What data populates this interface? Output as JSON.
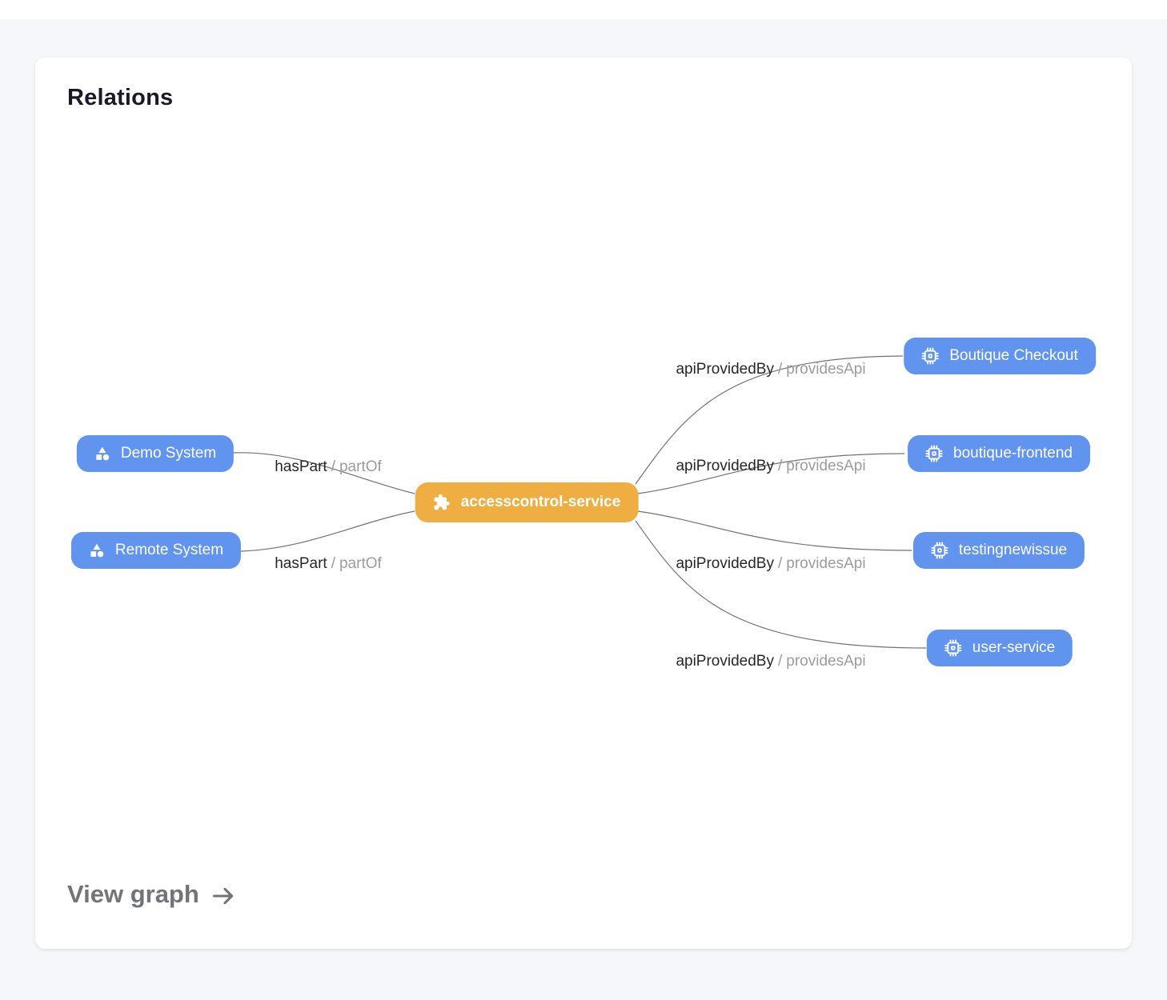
{
  "header": {
    "title": "Relations"
  },
  "footer": {
    "view_graph_label": "View graph",
    "arrow_icon": "arrow-right-icon"
  },
  "colors": {
    "page_background": "#f5f7fb",
    "card_background": "#ffffff",
    "primary_node": "#efae41",
    "related_node": "#6194ee",
    "edge": "#70707a",
    "edge_label_primary": "#26262e",
    "edge_label_secondary": "#9b9ba4",
    "title_text": "#181b26",
    "footer_link": "#73737b"
  },
  "graph": {
    "center_node": {
      "label": "accesscontrol-service",
      "icon": "puzzle-piece-icon"
    },
    "nodes": [
      {
        "id": "demo-system",
        "label": "Demo System",
        "icon": "system-shapes-icon",
        "side": "left"
      },
      {
        "id": "remote-system",
        "label": "Remote System",
        "icon": "system-shapes-icon",
        "side": "left"
      },
      {
        "id": "boutique-checkout",
        "label": "Boutique Checkout",
        "icon": "chip-icon",
        "side": "right"
      },
      {
        "id": "boutique-frontend",
        "label": "boutique-frontend",
        "icon": "chip-icon",
        "side": "right"
      },
      {
        "id": "testingnewissue",
        "label": "testingnewissue",
        "icon": "chip-icon",
        "side": "right"
      },
      {
        "id": "user-service",
        "label": "user-service",
        "icon": "chip-icon",
        "side": "right"
      }
    ],
    "edges": [
      {
        "from": "demo-system",
        "to": "accesscontrol-service",
        "label": "hasPart",
        "separator": "/",
        "reverse_label": "partOf"
      },
      {
        "from": "remote-system",
        "to": "accesscontrol-service",
        "label": "hasPart",
        "separator": "/",
        "reverse_label": "partOf"
      },
      {
        "from": "accesscontrol-service",
        "to": "boutique-checkout",
        "label": "apiProvidedBy",
        "separator": "/",
        "reverse_label": "providesApi"
      },
      {
        "from": "accesscontrol-service",
        "to": "boutique-frontend",
        "label": "apiProvidedBy",
        "separator": "/",
        "reverse_label": "providesApi"
      },
      {
        "from": "accesscontrol-service",
        "to": "testingnewissue",
        "label": "apiProvidedBy",
        "separator": "/",
        "reverse_label": "providesApi"
      },
      {
        "from": "accesscontrol-service",
        "to": "user-service",
        "label": "apiProvidedBy",
        "separator": "/",
        "reverse_label": "providesApi"
      }
    ]
  }
}
